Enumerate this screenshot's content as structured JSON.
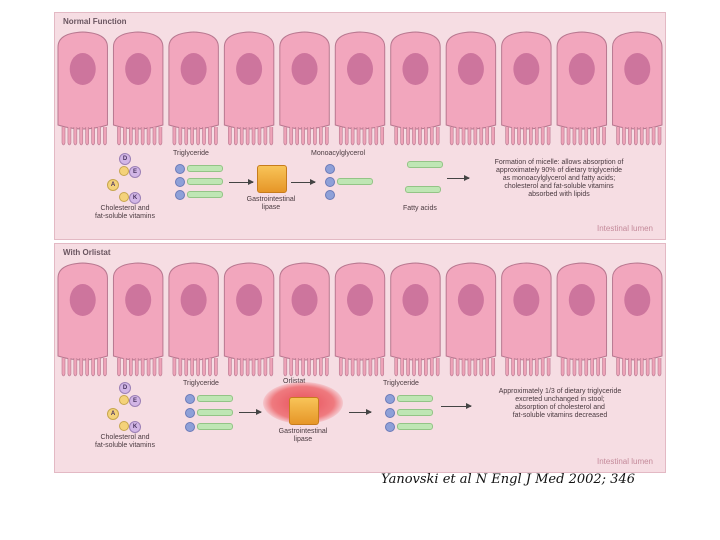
{
  "normal": {
    "title": "Normal Function",
    "vitamins_label": "Cholesterol and\nfat-soluble vitamins",
    "vitamins": [
      "D",
      "E",
      "A",
      "K"
    ],
    "triglyceride_label": "Triglyceride",
    "enzyme_label": "Gastrointestinal\nlipase",
    "monoacyl_label": "Monoacylglycerol",
    "fattyacids_label": "Fatty acids",
    "description": "Formation of micelle: allows absorption of\napproximately 90% of dietary triglyceride\nas monoacylglycerol and fatty acids;\ncholesterol and fat-soluble vitamins\nabsorbed with lipids",
    "lumen_label": "Intestinal lumen"
  },
  "orlistat": {
    "title": "With Orlistat",
    "vitamins_label": "Cholesterol and\nfat-soluble vitamins",
    "vitamins": [
      "D",
      "E",
      "A",
      "K"
    ],
    "triglyceride_label": "Triglyceride",
    "orlistat_label": "Orlistat",
    "enzyme_label": "Gastrointestinal\nlipase",
    "triglyceride_out_label": "Triglyceride",
    "description": "Approximately 1/3 of dietary triglyceride\nexcreted unchanged in stool;\nabsorption of cholesterol and\nfat-soluble vitamins decreased",
    "lumen_label": "Intestinal lumen"
  },
  "citation": "Yanovski et al N Engl J Med 2002; 346",
  "colors": {
    "cell_fill": "#f2a6bd",
    "nucleus": "#c76c98",
    "panel_bg": "#f6dde3",
    "enzyme": "#f0aa3a",
    "orlistat": "#e8505a"
  }
}
